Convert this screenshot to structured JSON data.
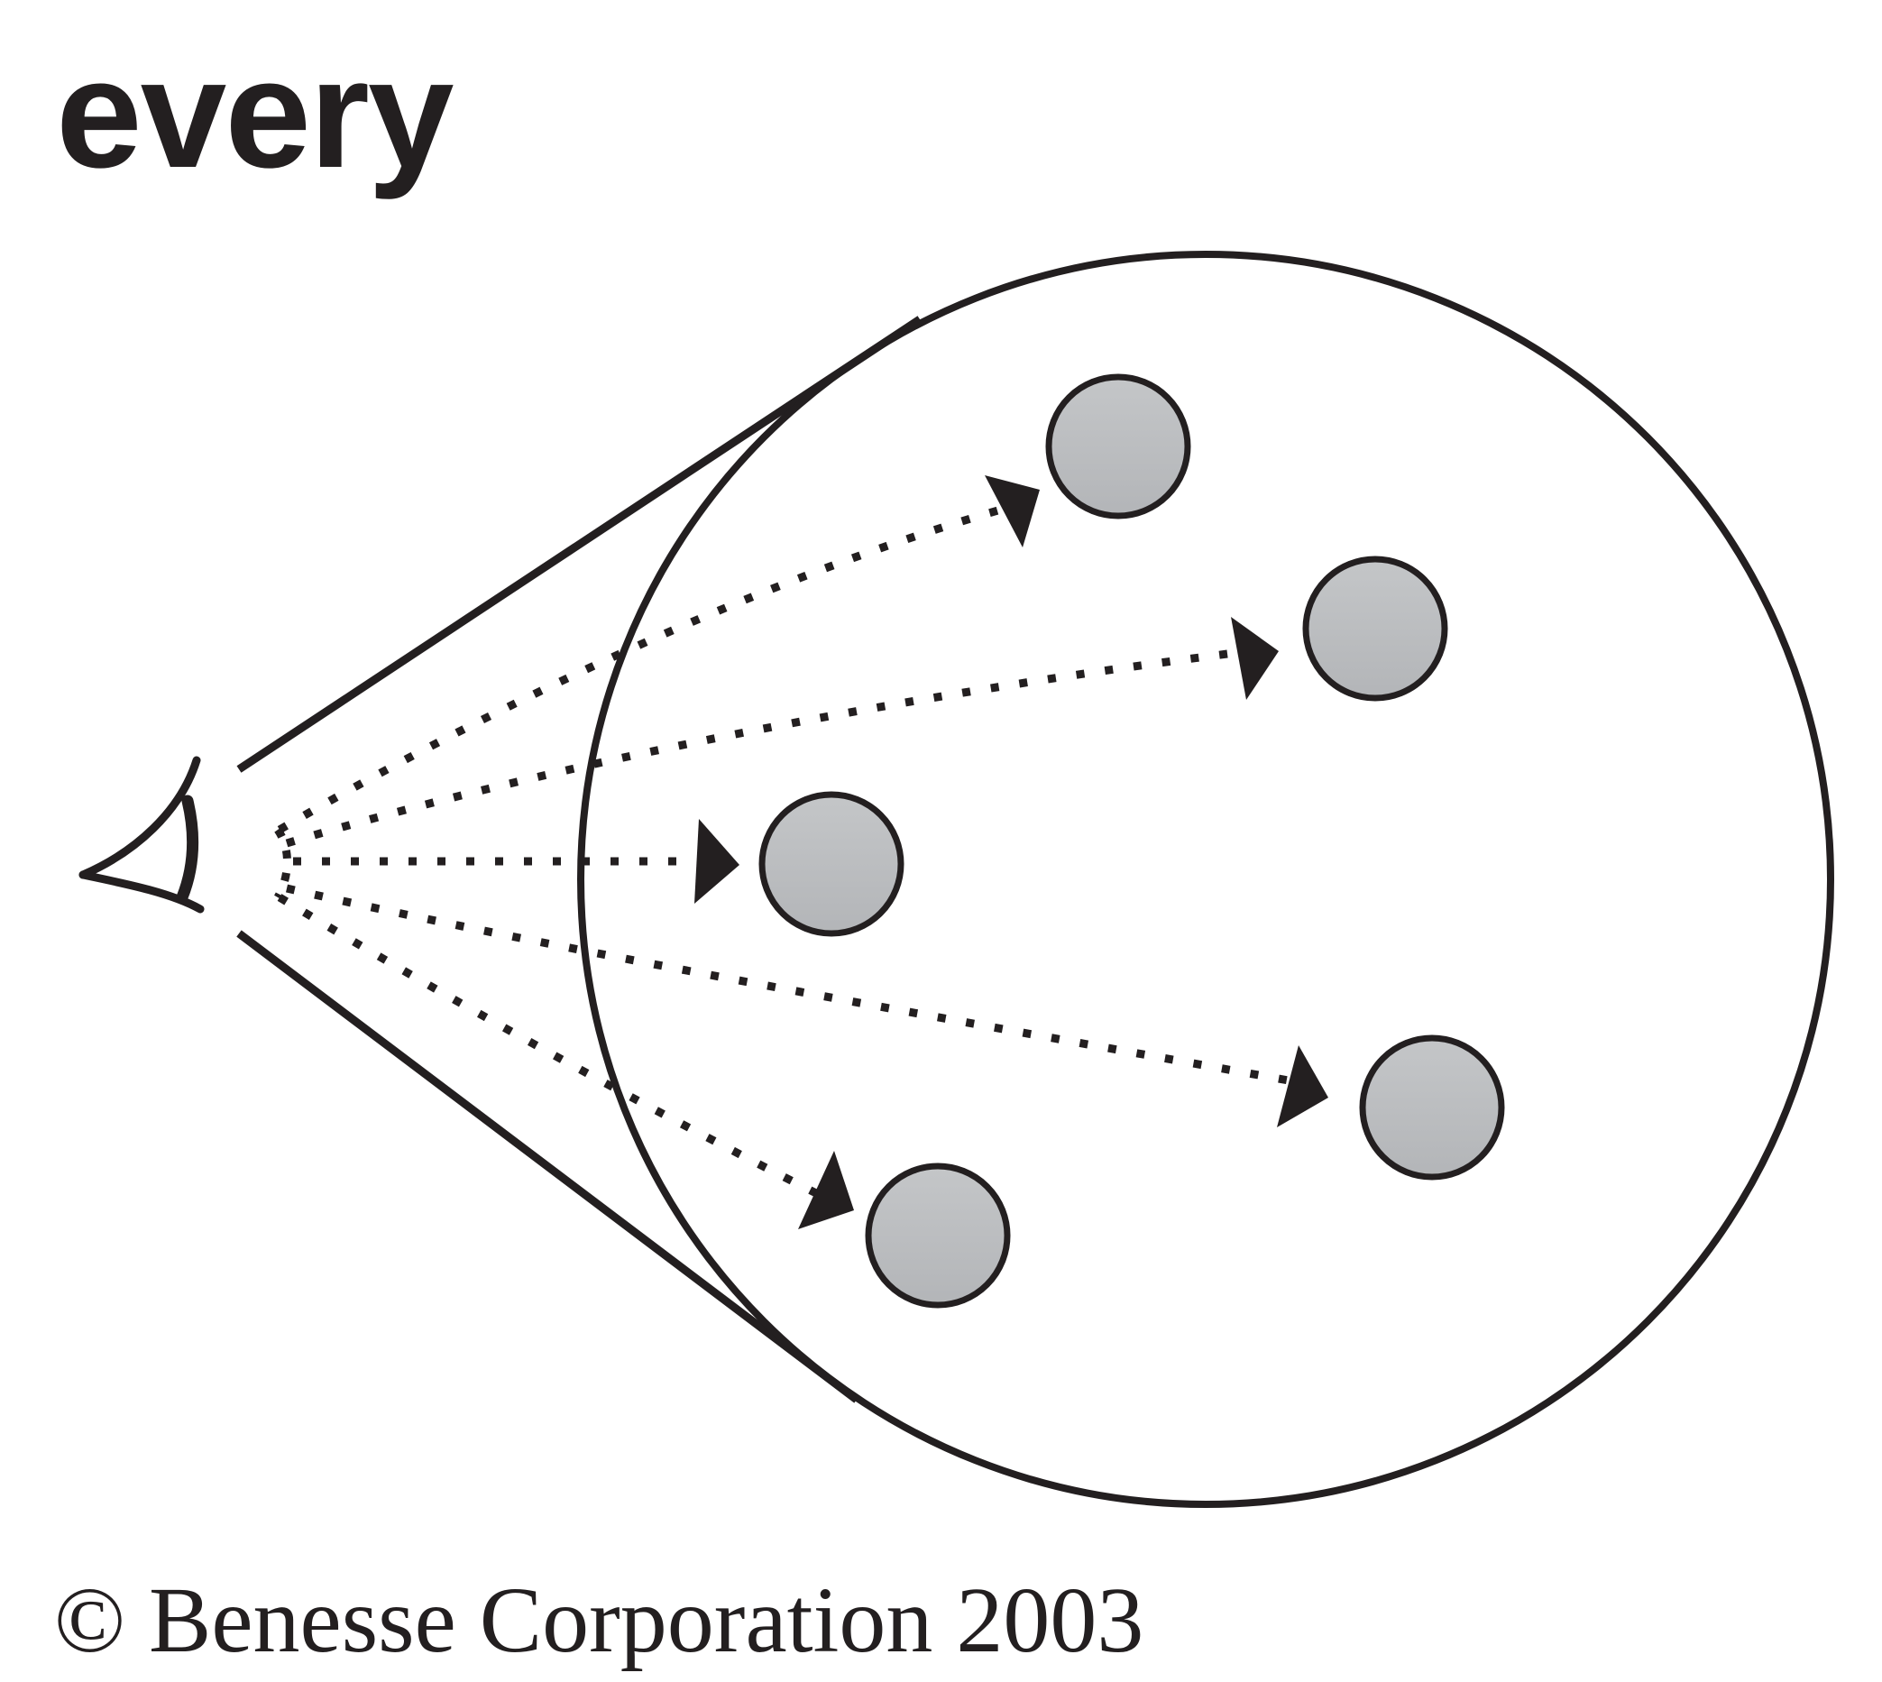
{
  "diagram": {
    "word": "every",
    "copyright": "© Benesse Corporation 2003",
    "colors": {
      "ink": "#231f20",
      "dot_fill": "#bcbec0",
      "background": "#ffffff"
    },
    "elements": {
      "viewer": "eye-icon",
      "group": "large-circle",
      "members": "gray-dot",
      "gaze": "dotted-arrow"
    },
    "member_count": 5
  }
}
